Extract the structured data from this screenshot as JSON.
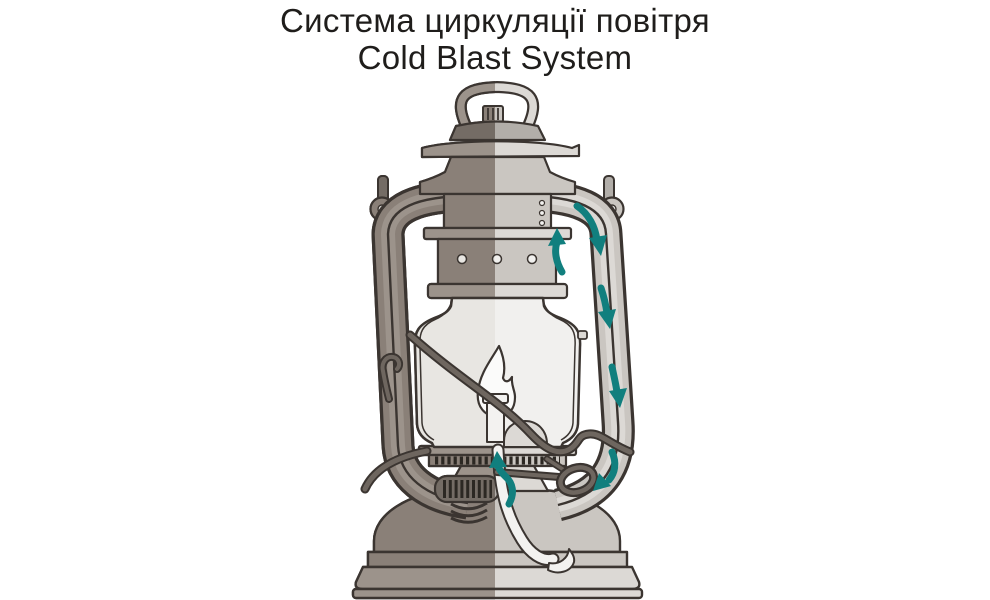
{
  "title": {
    "line1": "Система циркуляції повітря",
    "line2": "Cold Blast System"
  },
  "palette": {
    "background": "#ffffff",
    "outline": "#3b3531",
    "detail_dark": "#2c2823",
    "arrow": "#117f7e",
    "wire": "#6e665f",
    "flame": "#fbfbfa",
    "wick": "#f3f2f0",
    "left_metal": "#8a8078",
    "left_metal_light": "#9c938b",
    "left_metal_dark": "#746c65",
    "left_glass": "#e8e6e2",
    "right_metal": "#cac6c1",
    "right_metal_light": "#dcd9d5",
    "right_metal_dark": "#b2aea9",
    "right_glass": "#f1f0ee",
    "title_text": "#1f1d1b"
  },
  "diagram": {
    "subject": "kerosene hurricane lantern — cold blast air circulation cutaway",
    "left_half": "solid exterior view (dark)",
    "right_half": "section view (light)",
    "airflow_arrows": [
      {
        "name": "air-rising-at-chimney-inlet",
        "direction": "up"
      },
      {
        "name": "air-entering-side-tube-top",
        "direction": "down"
      },
      {
        "name": "air-descending-side-tube-upper",
        "direction": "down"
      },
      {
        "name": "air-descending-side-tube-lower",
        "direction": "down"
      },
      {
        "name": "air-turning-into-burner-base",
        "direction": "down-left"
      },
      {
        "name": "air-feeding-flame",
        "direction": "up"
      }
    ]
  }
}
